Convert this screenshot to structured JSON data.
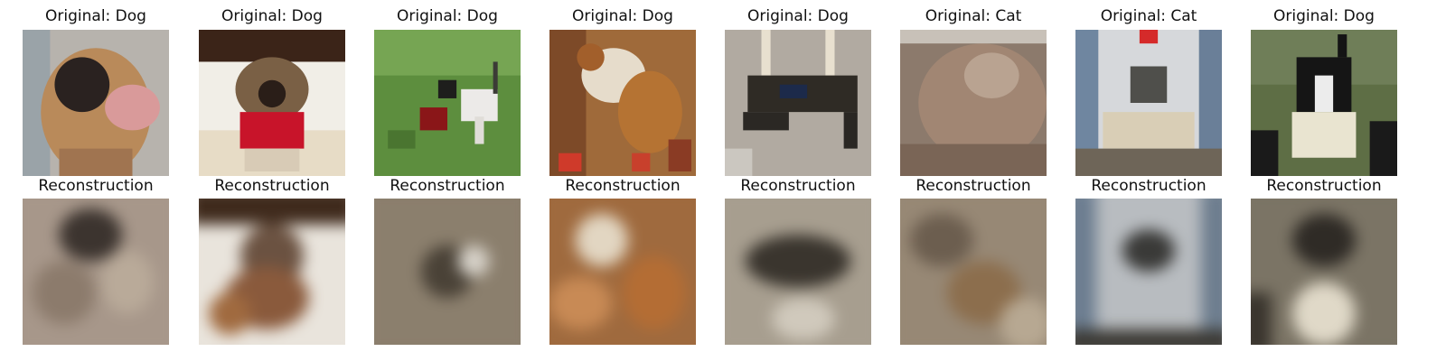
{
  "figure": {
    "panels": [
      {
        "original_title": "Original: Dog",
        "original_label": "Dog",
        "reconstruction_title": "Reconstruction"
      },
      {
        "original_title": "Original: Dog",
        "original_label": "Dog",
        "reconstruction_title": "Reconstruction"
      },
      {
        "original_title": "Original: Dog",
        "original_label": "Dog",
        "reconstruction_title": "Reconstruction"
      },
      {
        "original_title": "Original: Dog",
        "original_label": "Dog",
        "reconstruction_title": "Reconstruction"
      },
      {
        "original_title": "Original: Dog",
        "original_label": "Dog",
        "reconstruction_title": "Reconstruction"
      },
      {
        "original_title": "Original: Cat",
        "original_label": "Cat",
        "reconstruction_title": "Reconstruction"
      },
      {
        "original_title": "Original: Cat",
        "original_label": "Cat",
        "reconstruction_title": "Reconstruction"
      },
      {
        "original_title": "Original: Dog",
        "original_label": "Dog",
        "reconstruction_title": "Reconstruction"
      }
    ]
  }
}
